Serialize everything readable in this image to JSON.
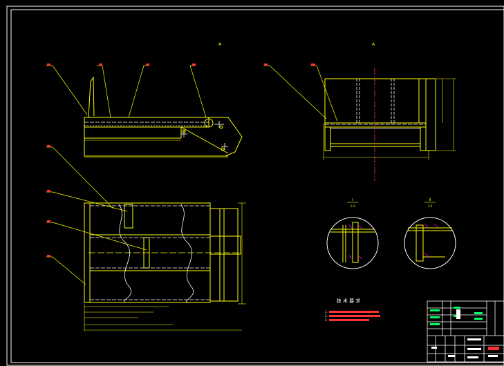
{
  "drawing": {
    "view_labels": {
      "front": "A",
      "side": "A"
    },
    "detail_labels": [
      {
        "mark": "I",
        "scale": "1:3"
      },
      {
        "mark": "II",
        "scale": "1:3"
      }
    ],
    "tech_requirements": {
      "title": "技 术 要 求",
      "items": [
        "1.",
        "2.",
        "3."
      ]
    }
  },
  "colors": {
    "background": "#000000",
    "outline": "#ffffff",
    "dimension": "#ffff00",
    "leader": "#ffff00",
    "centerline": "#ff3333",
    "text_red": "#ff3333",
    "hatch": "#ff00ff",
    "title_green": "#00ff66"
  }
}
